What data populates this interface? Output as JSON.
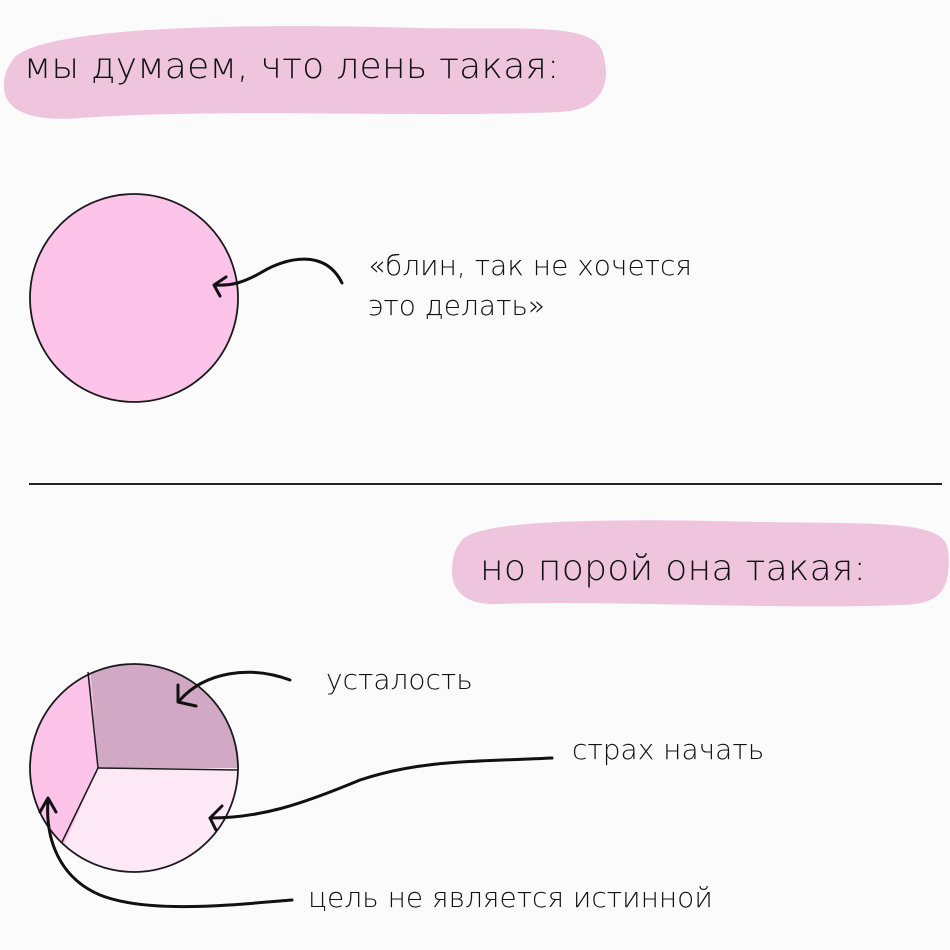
{
  "top_section": {
    "heading": "мы думаем, что лень такая:",
    "circle_label_line1": "«блин, так не хочется",
    "circle_label_line2": "это делать»"
  },
  "bottom_section": {
    "heading": "но порой она такая:",
    "segments": [
      {
        "label": "усталость",
        "color": "#d2a9c5"
      },
      {
        "label": "страх начать",
        "color": "#fde8f5"
      },
      {
        "label": "цель не является истинной",
        "color": "#fdc3e8"
      }
    ]
  },
  "colors": {
    "highlight": "#efc5dd",
    "circle_fill": "#fdc3e8",
    "stroke": "#1a1a1a"
  },
  "chart_data": {
    "type": "pie",
    "title": "но порой она такая:",
    "categories": [
      "усталость",
      "страх начать",
      "цель не является истинной"
    ],
    "values": [
      33.3,
      33.3,
      33.3
    ]
  }
}
